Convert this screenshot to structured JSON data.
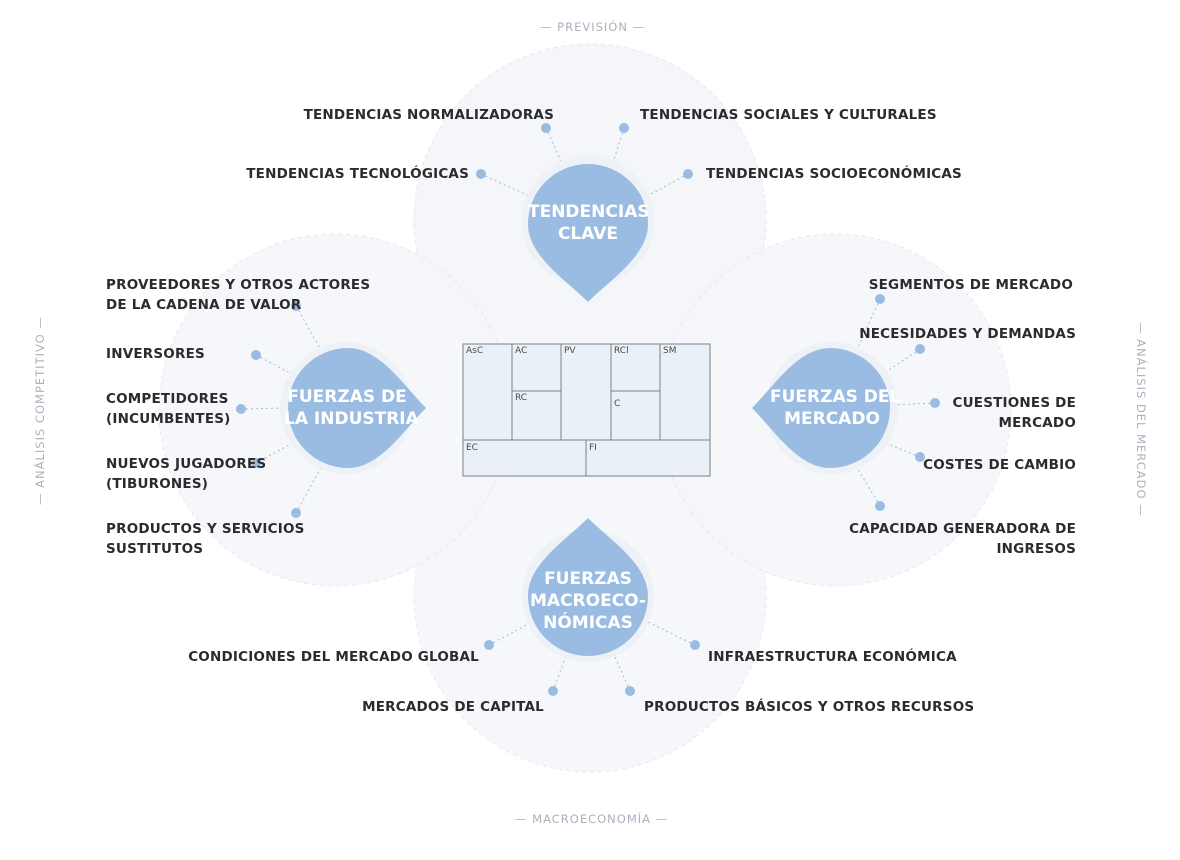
{
  "axes": {
    "top": "PREVISIÓN",
    "bottom": "MACROECONOMÍA",
    "left": "ANÁLISIS COMPETITIVO",
    "right": "ANÁLISIS DEL MERCADO"
  },
  "colors": {
    "drop": "#9bbce2",
    "halo": "#f3f5f8",
    "dot": "#9bbce2",
    "text": "#2b2b2b",
    "axis": "#a9b2bd",
    "canvas_fill": "#e9f0f8"
  },
  "groups": {
    "tendencias": {
      "title": [
        "TENDENCIAS",
        "CLAVE"
      ],
      "items": [
        "TENDENCIAS NORMALIZADORAS",
        "TENDENCIAS SOCIALES Y CULTURALES",
        "TENDENCIAS TECNOLÓGICAS",
        "TENDENCIAS SOCIOECONÓMICAS"
      ]
    },
    "industria": {
      "title": [
        "FUERZAS DE",
        "LA INDUSTRIA"
      ],
      "items": [
        [
          "PROVEEDORES Y OTROS ACTORES",
          "DE LA CADENA DE VALOR"
        ],
        [
          "INVERSORES"
        ],
        [
          "COMPETIDORES",
          "(INCUMBENTES)"
        ],
        [
          "NUEVOS JUGADORES",
          "(TIBURONES)"
        ],
        [
          "PRODUCTOS Y SERVICIOS",
          "SUSTITUTOS"
        ]
      ]
    },
    "mercado": {
      "title": [
        "FUERZAS DEL",
        "MERCADO"
      ],
      "items": [
        [
          "SEGMENTOS DE MERCADO"
        ],
        [
          "NECESIDADES Y DEMANDAS"
        ],
        [
          "CUESTIONES DE",
          "MERCADO"
        ],
        [
          "COSTES DE CAMBIO"
        ],
        [
          "CAPACIDAD GENERADORA DE",
          "INGRESOS"
        ]
      ]
    },
    "macro": {
      "title": [
        "FUERZAS",
        "MACROECO-",
        "NÓMICAS"
      ],
      "items": [
        "CONDICIONES DEL MERCADO GLOBAL",
        "INFRAESTRUCTURA ECONÓMICA",
        "MERCADOS DE CAPITAL",
        "PRODUCTOS BÁSICOS Y OTROS RECURSOS"
      ]
    }
  },
  "canvas": {
    "cells": [
      "AsC",
      "AC",
      "PV",
      "RCl",
      "SM",
      "RC",
      "C",
      "EC",
      "FI"
    ]
  }
}
